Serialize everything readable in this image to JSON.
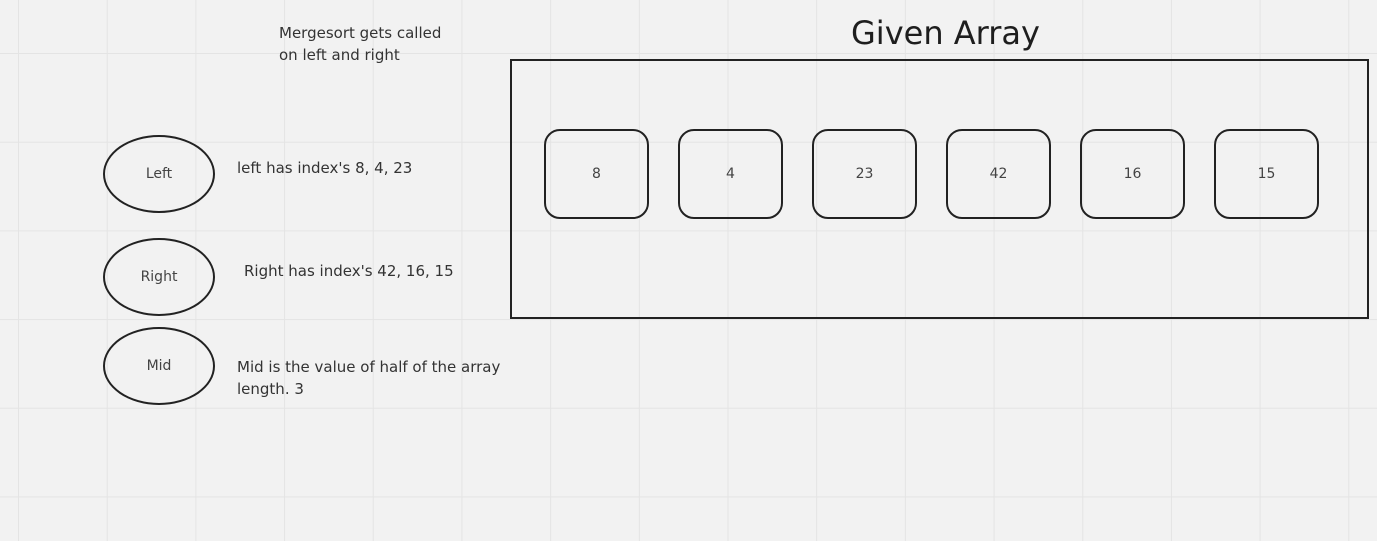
{
  "header_note": "Mergesort gets called\non left and right",
  "array_title": "Given Array",
  "array_values": [
    "8",
    "4",
    "23",
    "42",
    "16",
    "15"
  ],
  "labels": {
    "left": "Left",
    "right": "Right",
    "mid": "Mid"
  },
  "notes": {
    "left": "left has index's 8, 4, 23",
    "right": "Right has index's 42, 16, 15",
    "mid": "Mid is the value of half of the array\nlength. 3"
  }
}
